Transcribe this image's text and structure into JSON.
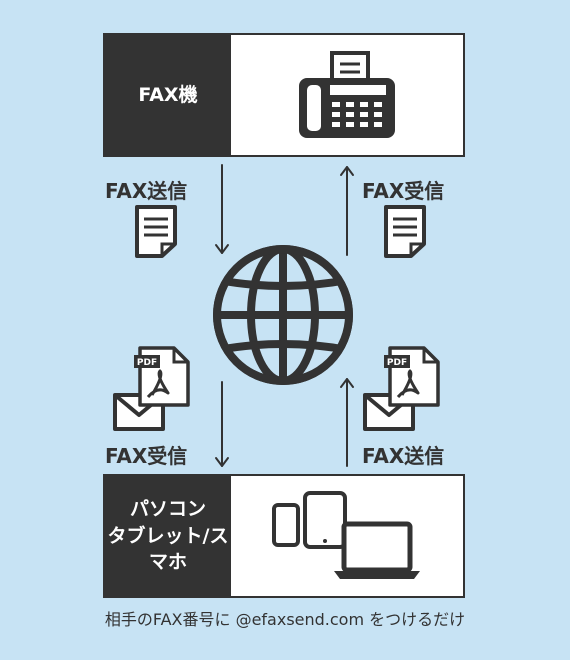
{
  "top_box": {
    "label": "FAX機",
    "icon": "fax-machine-icon"
  },
  "bottom_box": {
    "label": "パソコン\nタブレット/スマホ",
    "icon": "devices-icon"
  },
  "arrows": {
    "top_left_label": "FAX送信",
    "top_right_label": "FAX受信",
    "bottom_left_label": "FAX受信",
    "bottom_right_label": "FAX送信"
  },
  "center": {
    "icon": "globe-icon"
  },
  "pdf_badge": "PDF",
  "caption": "相手のFAX番号に @efaxsend.com をつけるだけ",
  "colors": {
    "background": "#c7e3f4",
    "dark": "#333333",
    "box": "#ffffff"
  }
}
